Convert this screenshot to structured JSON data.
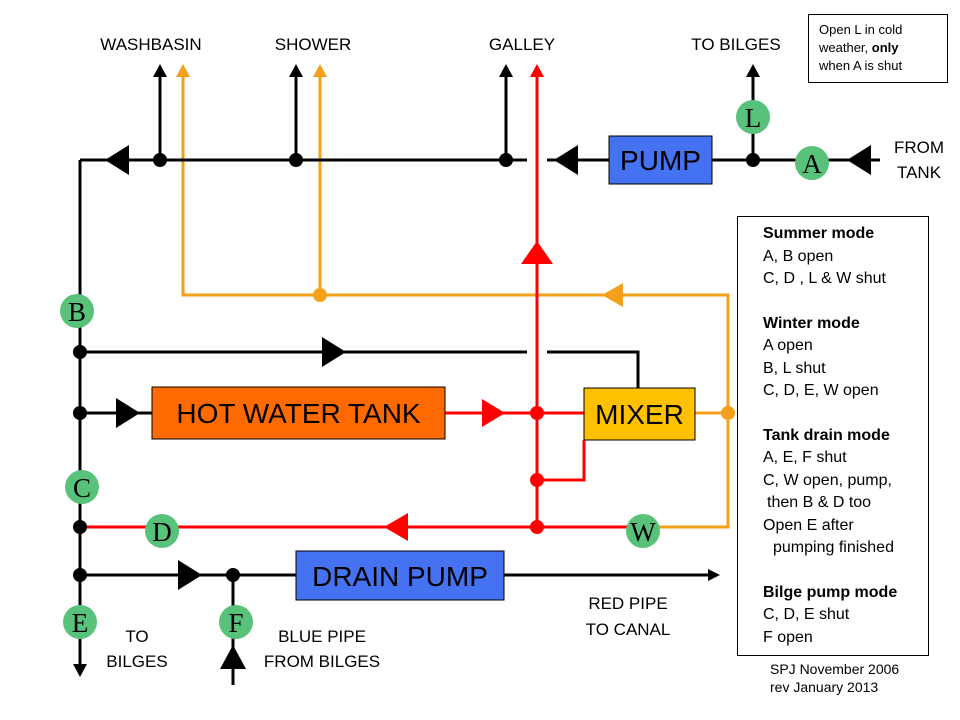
{
  "labels": {
    "washbasin": "WASHBASIN",
    "shower": "SHOWER",
    "galley": "GALLEY",
    "to_bilges_top": "TO BILGES",
    "from_tank_1": "FROM",
    "from_tank_2": "TANK",
    "to_bilges_bottom_1": "TO",
    "to_bilges_bottom_2": "BILGES",
    "blue_pipe_1": "BLUE PIPE",
    "blue_pipe_2": "FROM BILGES",
    "red_pipe_1": "RED PIPE",
    "red_pipe_2": "TO CANAL"
  },
  "boxes": {
    "pump": "PUMP",
    "hot_water_tank": "HOT WATER TANK",
    "mixer": "MIXER",
    "drain_pump": "DRAIN PUMP"
  },
  "valves": {
    "l": "L",
    "a": "A",
    "b": "B",
    "c": "C",
    "d": "D",
    "w": "W",
    "e": "E",
    "f": "F"
  },
  "colors": {
    "cold": "#000000",
    "hot": "#ff0000",
    "mixed": "#f5a01a",
    "pump": "#4472f0",
    "tank": "#ff6a00",
    "mixer": "#ffc000",
    "valve": "#59c27a"
  },
  "notes": {
    "cold_weather": {
      "line1": "Open L in cold",
      "line2_pre": "weather, ",
      "line2_bold": "only",
      "line3": "when A is shut"
    },
    "modes": {
      "summer_title": "Summer mode",
      "summer_1": "A, B open",
      "summer_2": "C, D , L & W shut",
      "winter_title": "Winter mode",
      "winter_1": "A open",
      "winter_2": "B, L shut",
      "winter_3": "C, D, E, W open",
      "drain_title": "Tank drain mode",
      "drain_1": "A, E, F shut",
      "drain_2": "C, W open, pump,",
      "drain_3": "then B & D too",
      "drain_4": "Open E after",
      "drain_5": "pumping finished",
      "bilge_title": "Bilge pump mode",
      "bilge_1": "C, D, E shut",
      "bilge_2": "F open"
    },
    "credit_1": "SPJ November 2006",
    "credit_2": "rev January 2013"
  }
}
